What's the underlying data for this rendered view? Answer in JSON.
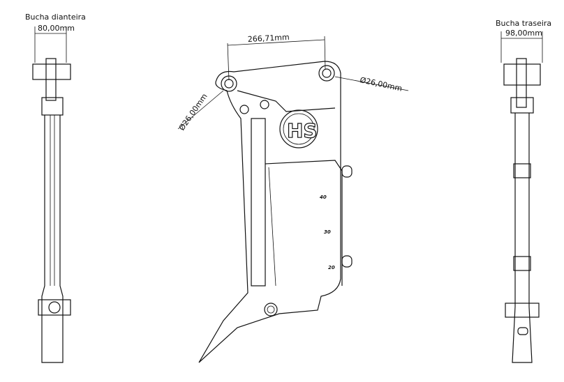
{
  "front_view": {
    "title": "Bucha dianteira",
    "dimension": "80,00mm"
  },
  "side_view": {
    "length_dimension": "266,71mm",
    "hole_right_diameter": "Ø26,00mm",
    "hole_left_diameter": "Ø26,00mm",
    "logo": "HS",
    "depth_marks": [
      "40",
      "30",
      "20"
    ]
  },
  "rear_view": {
    "title": "Bucha traseira",
    "dimension": "98,00mm"
  }
}
